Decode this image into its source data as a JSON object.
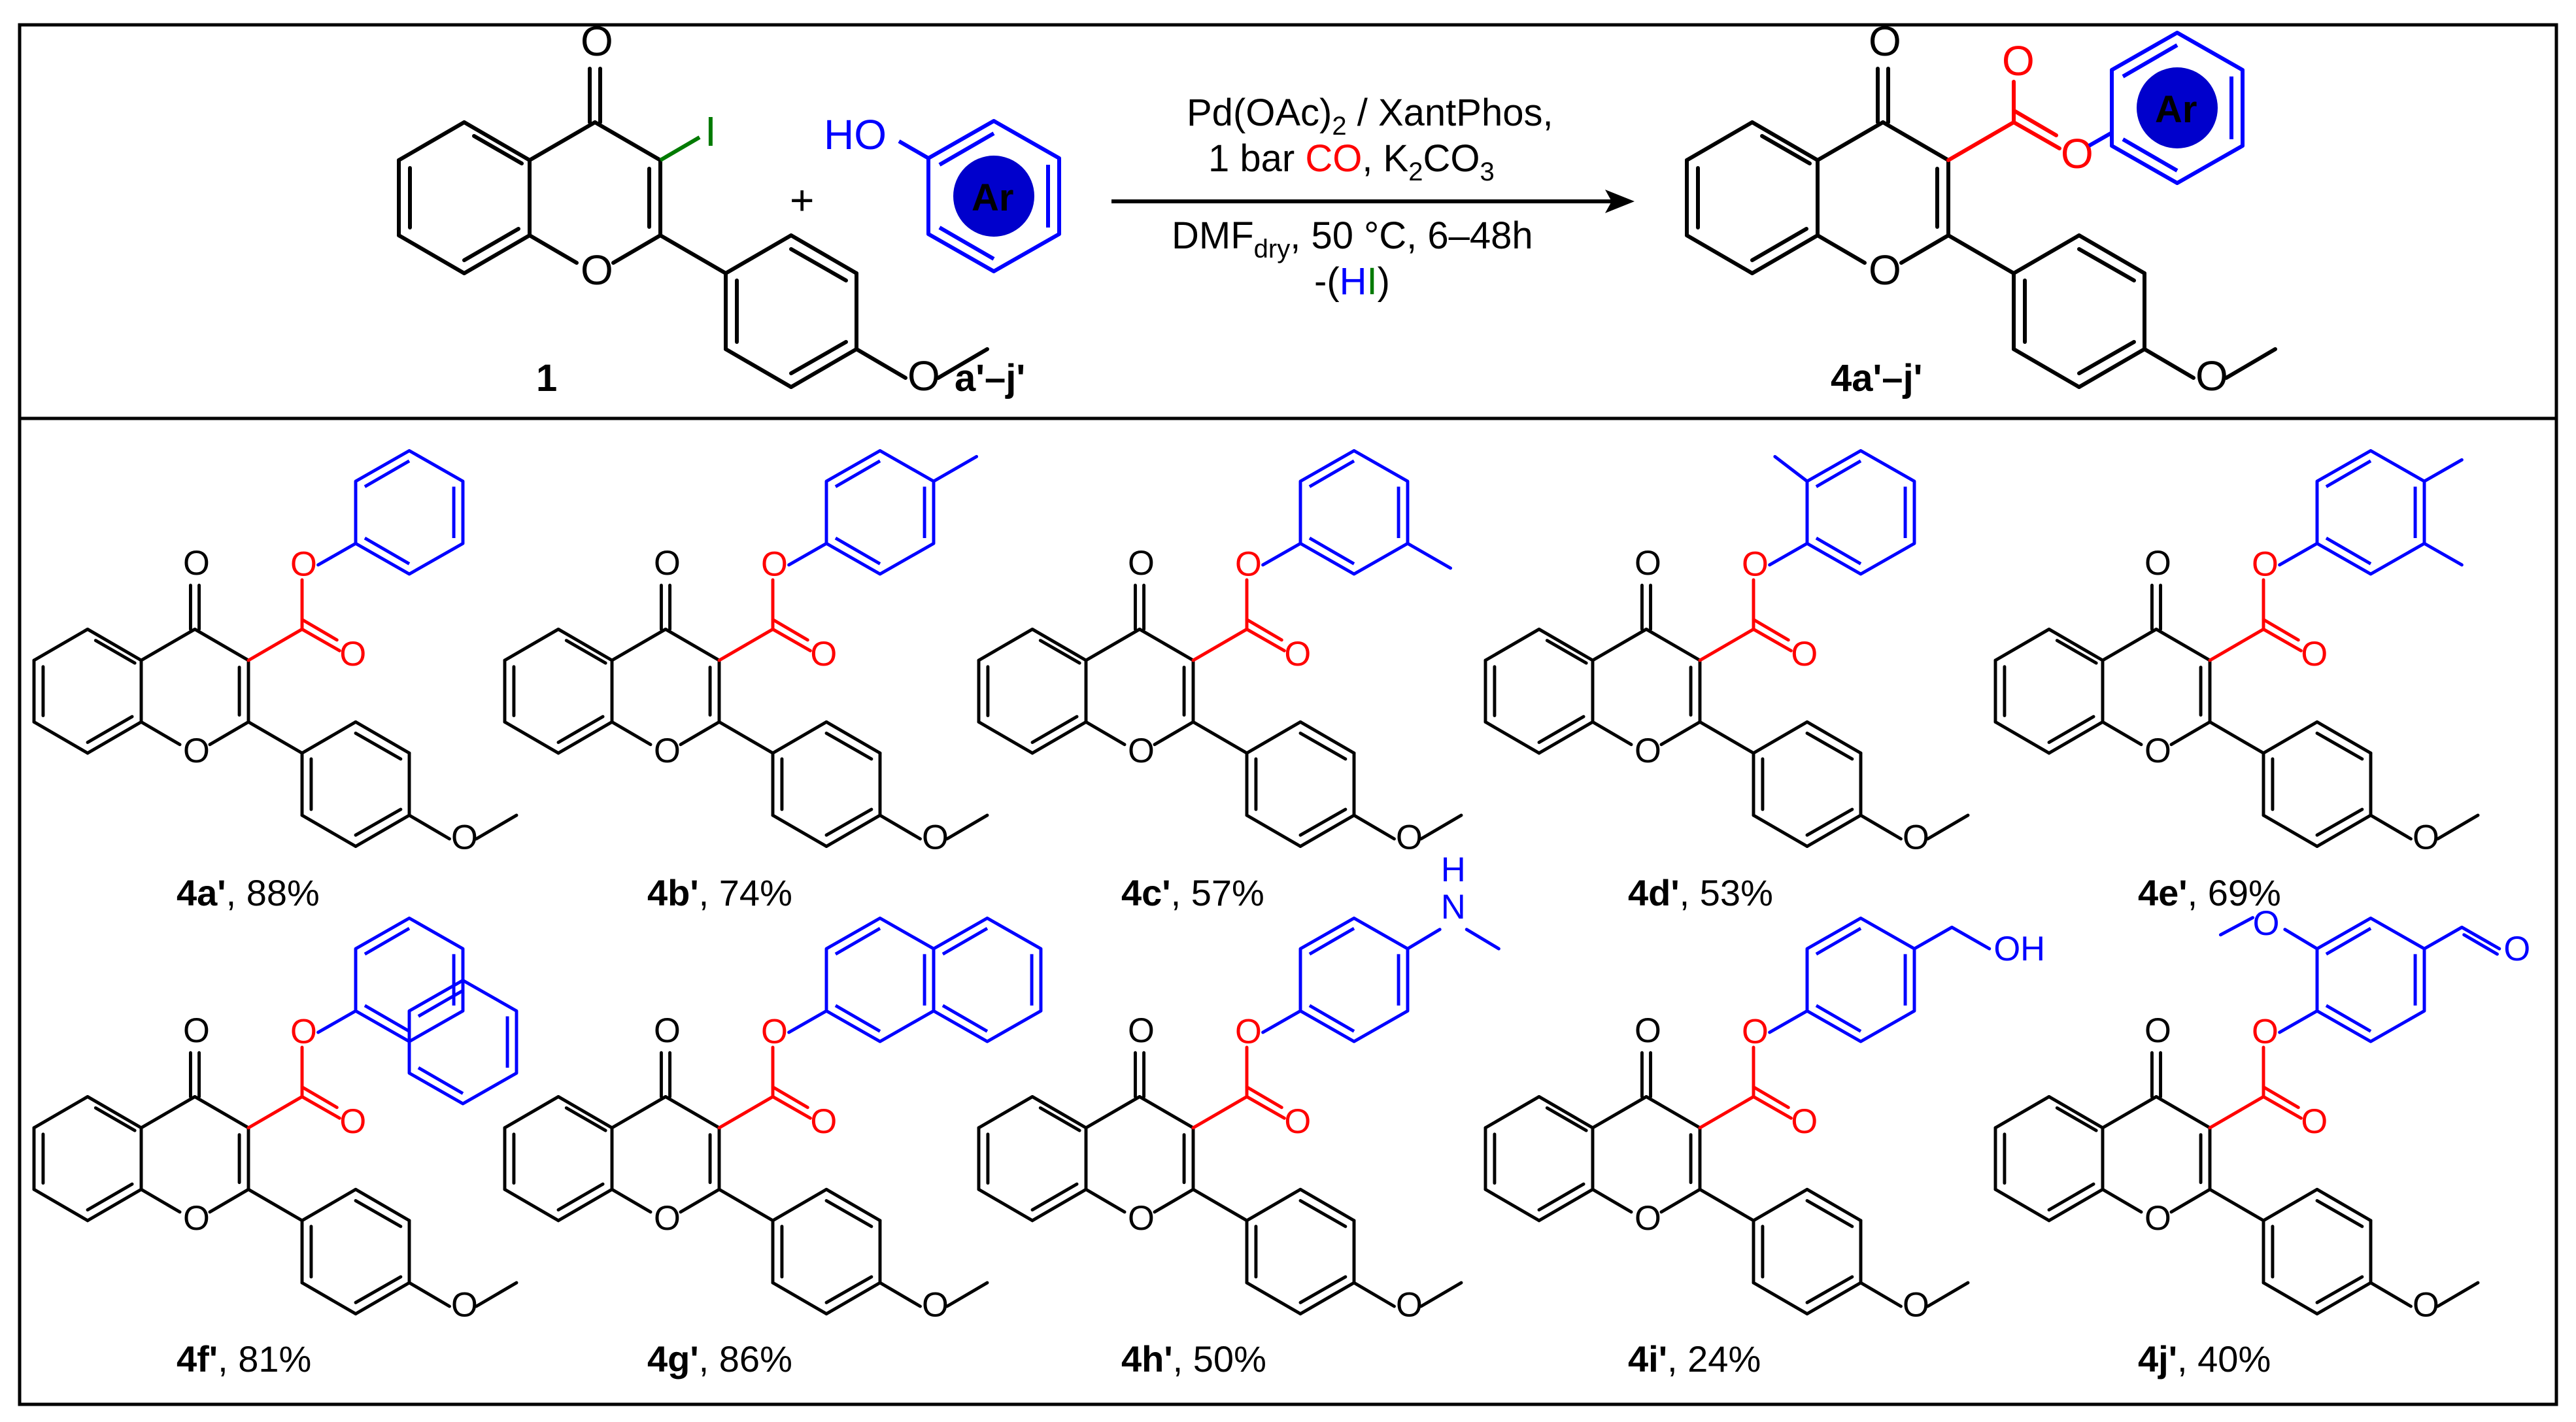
{
  "reaction": {
    "conditions_line1_main": "Pd(OAc)",
    "conditions_line1_sub": "2",
    "conditions_line1_rest": " / XantPhos,",
    "conditions_line2_pre": "1 bar ",
    "conditions_line2_co": "CO",
    "conditions_line2_post": ", K",
    "conditions_line2_sub1": "2",
    "conditions_line2_post2": "CO",
    "conditions_line2_sub2": "3",
    "conditions_line3_main": "DMF",
    "conditions_line3_sub": "dry",
    "conditions_line3_rest": ", 50 °C, 6–48h",
    "byproduct_open": "-(",
    "byproduct_h": "H",
    "byproduct_i": "I",
    "byproduct_close": ")",
    "plus": "+",
    "substrate_label": "1",
    "phenol_label": "a'–j'",
    "product_label": "4a'–j'",
    "ar_label": "Ar",
    "ho_label": "HO",
    "iodine_label": "I"
  },
  "atoms": {
    "O": "O",
    "OH": "OH",
    "H": "H",
    "N": "N"
  },
  "products": [
    {
      "code": "4a'",
      "yield": ", 88%"
    },
    {
      "code": "4b'",
      "yield": ", 74%"
    },
    {
      "code": "4c'",
      "yield": ", 57%"
    },
    {
      "code": "4d'",
      "yield": ", 53%"
    },
    {
      "code": "4e'",
      "yield": ", 69%"
    },
    {
      "code": "4f'",
      "yield": ", 81%"
    },
    {
      "code": "4g'",
      "yield": ", 86%"
    },
    {
      "code": "4h'",
      "yield": ", 50%"
    },
    {
      "code": "4i'",
      "yield": ", 24%"
    },
    {
      "code": "4j'",
      "yield": ", 40%"
    }
  ],
  "colors": {
    "black": "#000000",
    "ester": "#ff0000",
    "aryl": "#0000ff",
    "iodine": "#007a00",
    "ar_fill": "#0000cc"
  }
}
